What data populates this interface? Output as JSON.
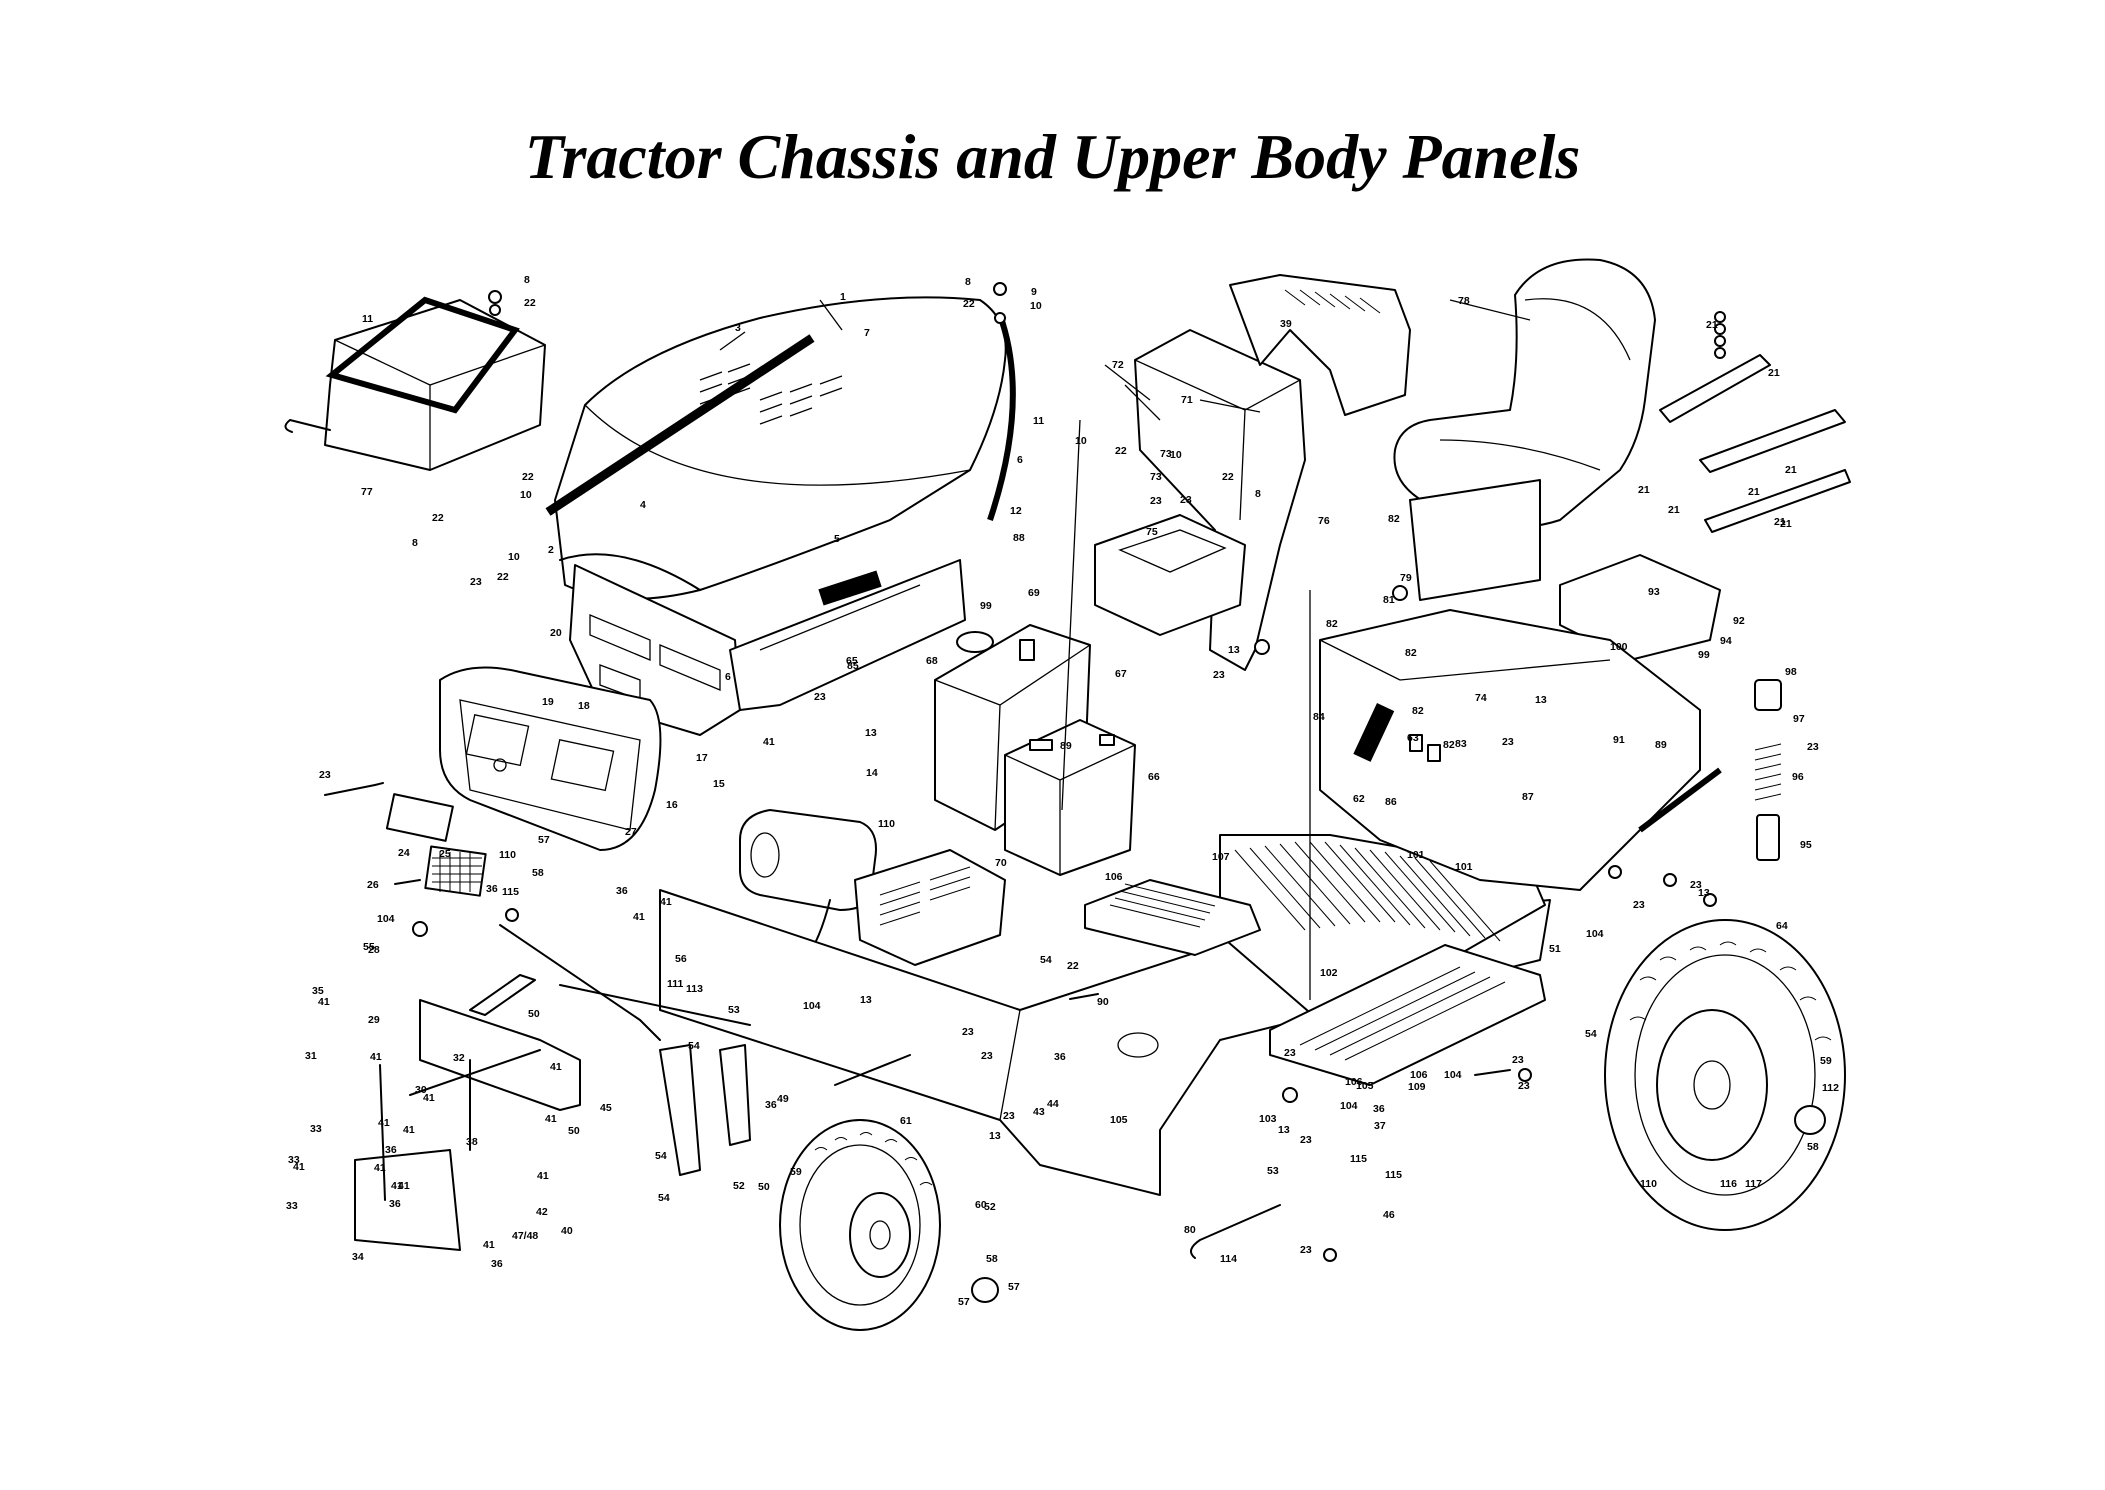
{
  "title": "Tractor Chassis and Upper Body Panels",
  "part_callouts": [
    "1",
    "2",
    "3",
    "4",
    "5",
    "6",
    "6",
    "7",
    "8",
    "8",
    "8",
    "8",
    "9",
    "10",
    "10",
    "10",
    "10",
    "10",
    "11",
    "11",
    "12",
    "13",
    "13",
    "13",
    "13",
    "13",
    "13",
    "13",
    "14",
    "15",
    "16",
    "17",
    "18",
    "19",
    "20",
    "21",
    "21",
    "21",
    "21",
    "21",
    "21",
    "21",
    "21",
    "22",
    "22",
    "22",
    "22",
    "22",
    "22",
    "22",
    "22",
    "23",
    "23",
    "23",
    "23",
    "23",
    "23",
    "23",
    "23",
    "23",
    "23",
    "23",
    "23",
    "23",
    "23",
    "23",
    "23",
    "23",
    "23",
    "24",
    "25",
    "26",
    "27",
    "28",
    "29",
    "30",
    "31",
    "32",
    "33",
    "33",
    "33",
    "34",
    "35",
    "36",
    "36",
    "36",
    "36",
    "36",
    "36",
    "36",
    "36",
    "37",
    "38",
    "39",
    "40",
    "41",
    "41",
    "41",
    "41",
    "41",
    "41",
    "41",
    "41",
    "41",
    "41",
    "41",
    "41",
    "41",
    "41",
    "41",
    "41",
    "42",
    "43",
    "44",
    "45",
    "46",
    "47/48",
    "49",
    "50",
    "50",
    "50",
    "51",
    "52",
    "52",
    "53",
    "53",
    "54",
    "54",
    "54",
    "54",
    "54",
    "55",
    "56",
    "57",
    "57",
    "57",
    "58",
    "58",
    "58",
    "59",
    "59",
    "60",
    "61",
    "62",
    "63",
    "64",
    "65",
    "66",
    "67",
    "68",
    "69",
    "70",
    "71",
    "72",
    "73",
    "73",
    "74",
    "75",
    "76",
    "77",
    "78",
    "79",
    "80",
    "81",
    "82",
    "82",
    "82",
    "82",
    "82",
    "83",
    "84",
    "85",
    "86",
    "87",
    "88",
    "89",
    "89",
    "90",
    "91",
    "92",
    "93",
    "94",
    "95",
    "96",
    "97",
    "98",
    "99",
    "99",
    "100",
    "101",
    "101",
    "102",
    "103",
    "104",
    "104",
    "104",
    "104",
    "104",
    "105",
    "105",
    "106",
    "106",
    "106",
    "107",
    "109",
    "110",
    "110",
    "110",
    "111",
    "112",
    "113",
    "114",
    "115",
    "115",
    "115",
    "116",
    "117"
  ]
}
